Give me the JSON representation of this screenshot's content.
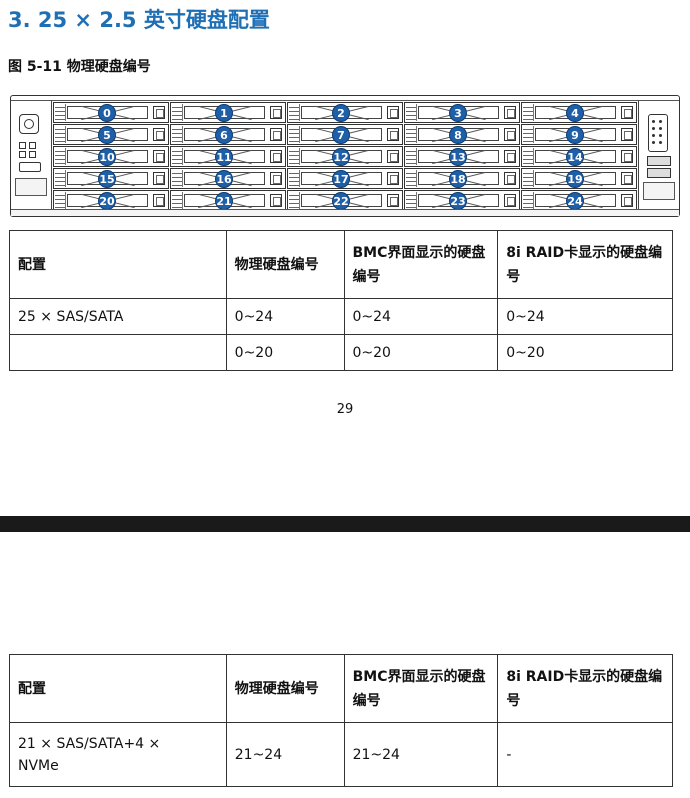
{
  "section": {
    "heading": "3. 25 × 2.5 英寸硬盘配置"
  },
  "figure": {
    "caption": "图 5-11  物理硬盘编号",
    "slots": [
      "0",
      "1",
      "2",
      "3",
      "4",
      "5",
      "6",
      "7",
      "8",
      "9",
      "10",
      "11",
      "12",
      "13",
      "14",
      "15",
      "16",
      "17",
      "18",
      "19",
      "20",
      "21",
      "22",
      "23",
      "24"
    ],
    "label_color": "#1f5fa8"
  },
  "tables": [
    {
      "headers": [
        "配置",
        "物理硬盘编号",
        "BMC界面显示的硬盘编号",
        "8i RAID卡显示的硬盘编号"
      ],
      "rows": [
        [
          "25 × SAS/SATA",
          "0~24",
          "0~24",
          "0~24"
        ],
        [
          "",
          "0~20",
          "0~20",
          "0~20"
        ]
      ]
    },
    {
      "headers": [
        "配置",
        "物理硬盘编号",
        "BMC界面显示的硬盘编号",
        "8i RAID卡显示的硬盘编号"
      ],
      "rows": [
        [
          "21 × SAS/SATA+4 × NVMe",
          "21~24",
          "21~24",
          "-"
        ]
      ]
    }
  ],
  "footer": {
    "page_number": "29"
  },
  "colors": {
    "heading": "#1f6fb5",
    "page_break_bar": "#1a1a1a"
  }
}
